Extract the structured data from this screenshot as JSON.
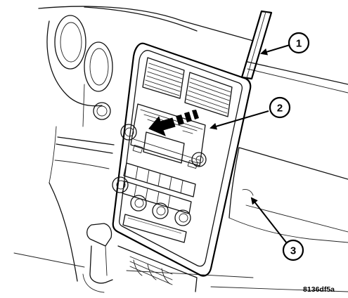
{
  "callouts": [
    {
      "label": "1"
    },
    {
      "label": "2"
    },
    {
      "label": "3"
    }
  ],
  "figure_id": "8136df5a"
}
